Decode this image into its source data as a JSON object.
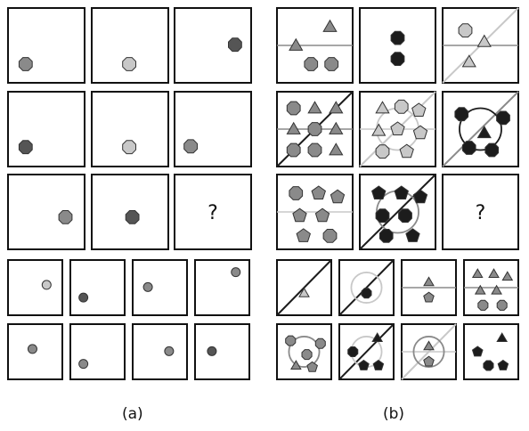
{
  "panels": [
    {
      "caption": "(a)",
      "problem_rows": [
        [
          {
            "shapes": [
              {
                "kind": "octagon",
                "tone": "mid"
              }
            ]
          },
          {
            "shapes": [
              {
                "kind": "octagon",
                "tone": "light"
              }
            ]
          },
          {
            "shapes": [
              {
                "kind": "octagon",
                "tone": "dark"
              }
            ]
          }
        ],
        [
          {
            "shapes": [
              {
                "kind": "octagon",
                "tone": "dark"
              }
            ]
          },
          {
            "shapes": [
              {
                "kind": "octagon",
                "tone": "light"
              }
            ]
          },
          {
            "shapes": [
              {
                "kind": "octagon",
                "tone": "mid"
              }
            ]
          }
        ],
        [
          {
            "shapes": [
              {
                "kind": "octagon",
                "tone": "mid"
              }
            ]
          },
          {
            "shapes": [
              {
                "kind": "octagon",
                "tone": "dark"
              }
            ]
          },
          {
            "missing": true,
            "label": "?"
          }
        ]
      ],
      "answer_rows": [
        [
          {
            "shapes": [
              {
                "kind": "circle",
                "tone": "light"
              }
            ]
          },
          {
            "shapes": [
              {
                "kind": "circle",
                "tone": "dark"
              }
            ]
          },
          {
            "shapes": [
              {
                "kind": "circle",
                "tone": "mid"
              }
            ]
          },
          {
            "shapes": [
              {
                "kind": "circle",
                "tone": "mid"
              }
            ]
          }
        ],
        [
          {
            "shapes": [
              {
                "kind": "circle",
                "tone": "mid"
              }
            ]
          },
          {
            "shapes": [
              {
                "kind": "circle",
                "tone": "mid"
              }
            ]
          },
          {
            "shapes": [
              {
                "kind": "circle",
                "tone": "mid"
              }
            ]
          },
          {
            "shapes": [
              {
                "kind": "circle",
                "tone": "dark"
              }
            ]
          }
        ]
      ]
    },
    {
      "caption": "(b)",
      "problem_rows": [
        [
          {
            "line": "horizontal",
            "line_tone": "mid",
            "shapes": [
              {
                "kind": "triangle",
                "tone": "mid"
              },
              {
                "kind": "triangle",
                "tone": "mid"
              },
              {
                "kind": "octagon",
                "tone": "mid"
              },
              {
                "kind": "octagon",
                "tone": "mid"
              }
            ]
          },
          {
            "shapes": [
              {
                "kind": "octagon",
                "tone": "black"
              },
              {
                "kind": "octagon",
                "tone": "black"
              }
            ]
          },
          {
            "line": "diagonal",
            "line_tone": "light",
            "line2": "horizontal",
            "line2_tone": "mid",
            "shapes": [
              {
                "kind": "octagon",
                "tone": "light"
              },
              {
                "kind": "triangle",
                "tone": "light"
              },
              {
                "kind": "triangle",
                "tone": "light"
              }
            ]
          }
        ],
        [
          {
            "line": "diagonal",
            "line_tone": "black",
            "line2": "horizontal",
            "line2_tone": "mid",
            "shapes": [
              {
                "kind": "octagon",
                "tone": "mid"
              },
              {
                "kind": "triangle",
                "tone": "mid"
              },
              {
                "kind": "triangle",
                "tone": "mid"
              },
              {
                "kind": "triangle",
                "tone": "mid"
              },
              {
                "kind": "octagon",
                "tone": "mid"
              },
              {
                "kind": "triangle",
                "tone": "mid"
              },
              {
                "kind": "octagon",
                "tone": "mid"
              },
              {
                "kind": "octagon",
                "tone": "mid"
              },
              {
                "kind": "triangle",
                "tone": "mid"
              }
            ]
          },
          {
            "line": "diagonal",
            "line_tone": "light",
            "line2": "horizontal",
            "line2_tone": "light",
            "ring": "light",
            "shapes": [
              {
                "kind": "triangle",
                "tone": "light"
              },
              {
                "kind": "octagon",
                "tone": "light"
              },
              {
                "kind": "pentagon",
                "tone": "light"
              },
              {
                "kind": "triangle",
                "tone": "light"
              },
              {
                "kind": "pentagon",
                "tone": "light"
              },
              {
                "kind": "pentagon",
                "tone": "light"
              },
              {
                "kind": "octagon",
                "tone": "light"
              },
              {
                "kind": "pentagon",
                "tone": "light"
              }
            ]
          },
          {
            "line": "diagonal",
            "line_tone": "mid",
            "ring": "black",
            "shapes": [
              {
                "kind": "octagon",
                "tone": "black"
              },
              {
                "kind": "triangle",
                "tone": "black"
              },
              {
                "kind": "octagon",
                "tone": "black"
              },
              {
                "kind": "octagon",
                "tone": "black"
              },
              {
                "kind": "octagon",
                "tone": "black"
              }
            ]
          }
        ],
        [
          {
            "line": "horizontal",
            "line_tone": "light",
            "shapes": [
              {
                "kind": "octagon",
                "tone": "mid"
              },
              {
                "kind": "pentagon",
                "tone": "mid"
              },
              {
                "kind": "pentagon",
                "tone": "mid"
              },
              {
                "kind": "pentagon",
                "tone": "mid"
              },
              {
                "kind": "pentagon",
                "tone": "mid"
              },
              {
                "kind": "pentagon",
                "tone": "mid"
              },
              {
                "kind": "octagon",
                "tone": "mid"
              }
            ]
          },
          {
            "line": "diagonal",
            "line_tone": "black",
            "ring": "mid",
            "shapes": [
              {
                "kind": "pentagon",
                "tone": "black"
              },
              {
                "kind": "pentagon",
                "tone": "black"
              },
              {
                "kind": "pentagon",
                "tone": "black"
              },
              {
                "kind": "octagon",
                "tone": "black"
              },
              {
                "kind": "octagon",
                "tone": "black"
              },
              {
                "kind": "octagon",
                "tone": "black"
              },
              {
                "kind": "pentagon",
                "tone": "black"
              }
            ]
          },
          {
            "missing": true,
            "label": "?"
          }
        ]
      ],
      "answer_rows": [
        [
          {
            "line": "diagonal",
            "line_tone": "black",
            "shapes": [
              {
                "kind": "triangle",
                "tone": "light"
              }
            ]
          },
          {
            "line": "diagonal",
            "line_tone": "black",
            "ring": "light",
            "shapes": [
              {
                "kind": "octagon",
                "tone": "black"
              }
            ]
          },
          {
            "line": "horizontal",
            "line_tone": "mid",
            "shapes": [
              {
                "kind": "triangle",
                "tone": "mid"
              },
              {
                "kind": "pentagon",
                "tone": "mid"
              }
            ]
          },
          {
            "line": "horizontal",
            "line_tone": "mid",
            "shapes": [
              {
                "kind": "triangle",
                "tone": "mid"
              },
              {
                "kind": "triangle",
                "tone": "mid"
              },
              {
                "kind": "triangle",
                "tone": "mid"
              },
              {
                "kind": "triangle",
                "tone": "mid"
              },
              {
                "kind": "triangle",
                "tone": "mid"
              },
              {
                "kind": "octagon",
                "tone": "mid"
              },
              {
                "kind": "octagon",
                "tone": "mid"
              }
            ]
          }
        ],
        [
          {
            "ring": "mid",
            "shapes": [
              {
                "kind": "octagon",
                "tone": "mid"
              },
              {
                "kind": "octagon",
                "tone": "mid"
              },
              {
                "kind": "octagon",
                "tone": "mid"
              },
              {
                "kind": "triangle",
                "tone": "mid"
              },
              {
                "kind": "pentagon",
                "tone": "mid"
              }
            ]
          },
          {
            "line": "diagonal",
            "line_tone": "black",
            "ring": "light",
            "shapes": [
              {
                "kind": "octagon",
                "tone": "black"
              },
              {
                "kind": "triangle",
                "tone": "black"
              },
              {
                "kind": "pentagon",
                "tone": "black"
              },
              {
                "kind": "pentagon",
                "tone": "black"
              }
            ]
          },
          {
            "line": "diagonal",
            "line_tone": "light",
            "line2": "horizontal",
            "line2_tone": "light",
            "ring": "mid",
            "shapes": [
              {
                "kind": "triangle",
                "tone": "mid"
              },
              {
                "kind": "pentagon",
                "tone": "mid"
              }
            ]
          },
          {
            "shapes": [
              {
                "kind": "pentagon",
                "tone": "black"
              },
              {
                "kind": "triangle",
                "tone": "black"
              },
              {
                "kind": "octagon",
                "tone": "black"
              },
              {
                "kind": "pentagon",
                "tone": "black"
              }
            ]
          }
        ]
      ]
    }
  ],
  "tones": {
    "light": "#c8c8c8",
    "mid": "#8a8a8a",
    "dark": "#555555",
    "black": "#1c1c1c"
  }
}
